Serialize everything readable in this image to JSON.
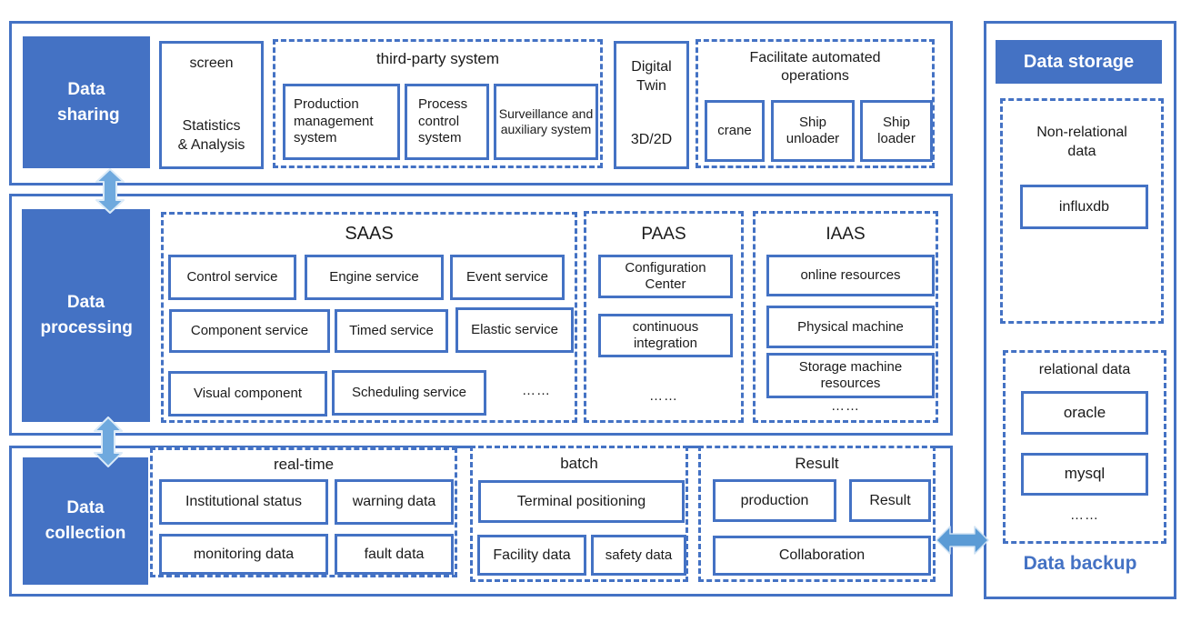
{
  "colors": {
    "primary": "#4472c4",
    "arrow_vertical": "#6fa9de",
    "arrow_horizontal": "#5b9bd5"
  },
  "sharing": {
    "label": "Data sharing",
    "screen_top": "screen",
    "screen_bottom": "Statistics & Analysis",
    "third_party": {
      "title": "third-party system",
      "items": [
        "Production management system",
        "Process control system",
        "Surveillance and auxiliary system"
      ]
    },
    "digital_twin": {
      "top": "Digital Twin",
      "bottom": "3D/2D"
    },
    "automated": {
      "title": "Facilitate automated operations",
      "items": [
        "crane",
        "Ship unloader",
        "Ship loader"
      ]
    }
  },
  "processing": {
    "label": "Data processing",
    "saas": {
      "title": "SAAS",
      "items": [
        "Control service",
        "Engine service",
        "Event service",
        "Component service",
        "Timed service",
        "Elastic service",
        "Visual component",
        "Scheduling service"
      ],
      "more": "……"
    },
    "paas": {
      "title": "PAAS",
      "items": [
        "Configuration Center",
        "continuous integration"
      ],
      "more": "……"
    },
    "iaas": {
      "title": "IAAS",
      "items": [
        "online resources",
        "Physical machine",
        "Storage machine resources"
      ],
      "more": "……"
    }
  },
  "collection": {
    "label": "Data collection",
    "realtime": {
      "title": "real-time",
      "items": [
        "Institutional status",
        "warning data",
        "monitoring data",
        "fault data"
      ]
    },
    "batch": {
      "title": "batch",
      "items": [
        "Terminal positioning",
        "Facility data",
        "safety data"
      ]
    },
    "result": {
      "title": "Result",
      "items": [
        "production",
        "Result",
        "Collaboration"
      ]
    }
  },
  "storage": {
    "header": "Data storage",
    "non_relational": {
      "title": "Non-relational data",
      "items": [
        "influxdb"
      ]
    },
    "relational": {
      "title": "relational data",
      "items": [
        "oracle",
        "mysql"
      ],
      "more": "……"
    },
    "backup_label": "Data backup"
  }
}
